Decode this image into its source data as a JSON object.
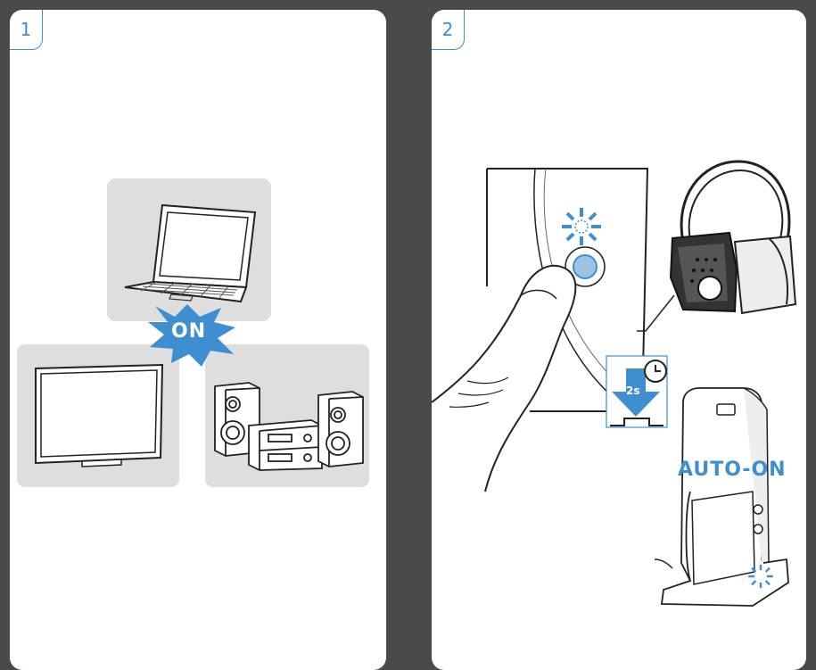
{
  "panels": [
    {
      "step": "1",
      "status_label": "ON"
    },
    {
      "step": "2",
      "hold_label": "2s",
      "status_label": "AUTO-ON"
    }
  ],
  "colors": {
    "accent": "#3f8fd0",
    "background": "#4a4a4c",
    "tile": "#dedede",
    "panel": "#ffffff"
  },
  "icons": [
    "laptop-icon",
    "tv-icon",
    "stereo-icon",
    "headphones-icon",
    "timer-icon",
    "press-arrow-icon",
    "blink-light-icon",
    "transmitter-icon",
    "finger-icon"
  ]
}
